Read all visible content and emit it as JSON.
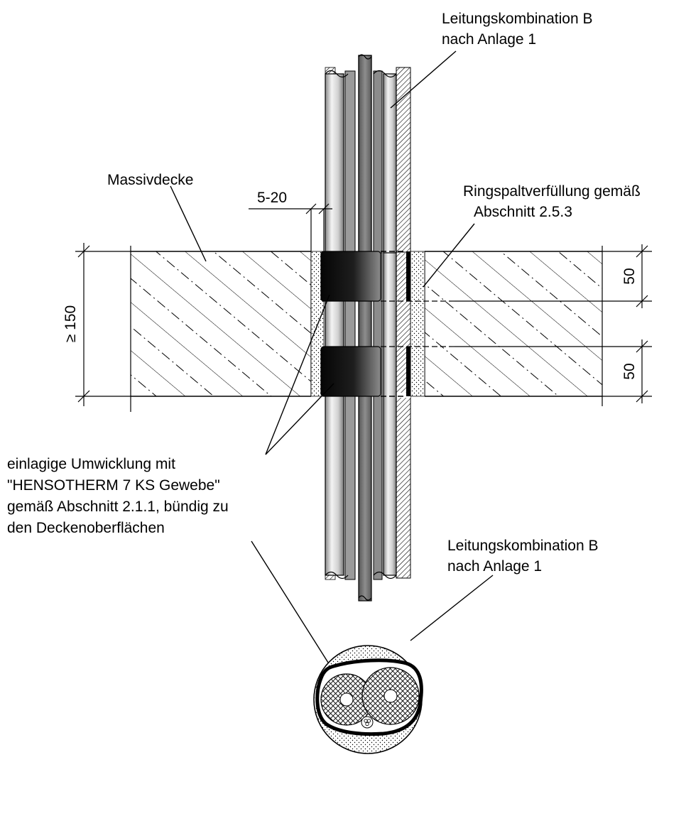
{
  "labels": {
    "combo_top_line1": "Leitungskombination B",
    "combo_top_line2": "nach Anlage 1",
    "slab": "Massivdecke",
    "gap_width": "5-20",
    "gap_fill_line1": "Ringspaltverfüllung gemäß",
    "gap_fill_line2": "Abschnitt 2.5.3",
    "thickness": "≥ 150",
    "wrap_depth_top": "50",
    "wrap_depth_bottom": "50",
    "wrap_line1": "einlagige Umwicklung mit",
    "wrap_line2": "\"HENSOTHERM 7 KS Gewebe\"",
    "wrap_line3": "gemäß Abschnitt 2.1.1, bündig zu",
    "wrap_line4": "den Deckenoberflächen",
    "combo_bottom_line1": "Leitungskombination B",
    "combo_bottom_line2": "nach Anlage 1"
  }
}
